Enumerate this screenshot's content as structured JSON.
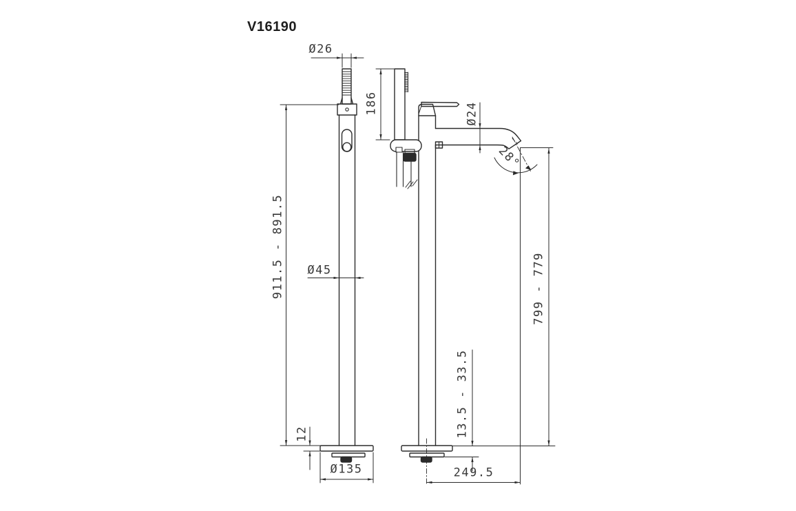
{
  "title": "V16190",
  "drawing": {
    "type": "technical-dimension-drawing",
    "subject": "freestanding bath shower mixer tap, two orthographic views",
    "colors": {
      "line": "#2b2b2b",
      "dim_text": "#383838",
      "background": "#ffffff"
    },
    "dimensions": {
      "handshower_grip_diameter": "Ø26",
      "handshower_length": "186",
      "overall_height_range": "911.5 - 891.5",
      "column_diameter": "Ø45",
      "base_plate_thickness": "12",
      "base_plate_diameter": "Ø135",
      "spout_tube_diameter": "Ø24",
      "spout_outlet_angle": "28°",
      "spout_outlet_height_range": "799 - 779",
      "deck_adjustment_range": "13.5 - 33.5",
      "spout_reach": "249.5"
    }
  }
}
